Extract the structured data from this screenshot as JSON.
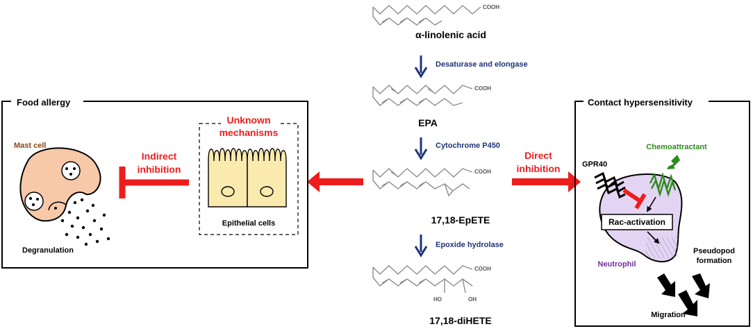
{
  "colors": {
    "red_arrow": "#ee1c1c",
    "red_text": "#ee1c1c",
    "enzyme_blue": "#1f3478",
    "brown": "#8b4513",
    "green": "#2e8b1f",
    "purple": "#7030a0",
    "mast_cell_fill": "#f7c9a9",
    "epithelial_fill": "#faeaae",
    "neutrophil_fill": "#e3d4f3",
    "structure_gray": "#8c8c8c"
  },
  "pathway": {
    "compounds": [
      {
        "name": "α-linolenic acid",
        "group": "COOH"
      },
      {
        "name": "EPA",
        "group": "COOH"
      },
      {
        "name": "17,18-EpETE",
        "group": "COOH"
      },
      {
        "name": "17,18-diHETE",
        "group": "COOH",
        "hydroxyls": [
          "HO",
          "OH"
        ]
      }
    ],
    "enzymes": [
      "Desaturase and elongase",
      "Cytochrome P450",
      "Epoxide hydrolase"
    ]
  },
  "food_allergy": {
    "title": "Food allergy",
    "mast_cell_label": "Mast cell",
    "degranulation_label": "Degranulation",
    "indirect_line1": "Indirect",
    "indirect_line2": "inhibition",
    "unknown_line1": "Unknown",
    "unknown_line2": "mechanisms",
    "epithelial_label": "Epithelial cells"
  },
  "contact_hypersensitivity": {
    "title": "Contact hypersensitivity",
    "direct_line1": "Direct",
    "direct_line2": "inhibition",
    "receptor_label": "GPR40",
    "chemoattractant_label": "Chemoattractant",
    "rac_label": "Rac-activation",
    "pseudopod_line1": "Pseudopod",
    "pseudopod_line2": "formation",
    "neutrophil_label": "Neutrophil",
    "migration_label": "Migration"
  }
}
